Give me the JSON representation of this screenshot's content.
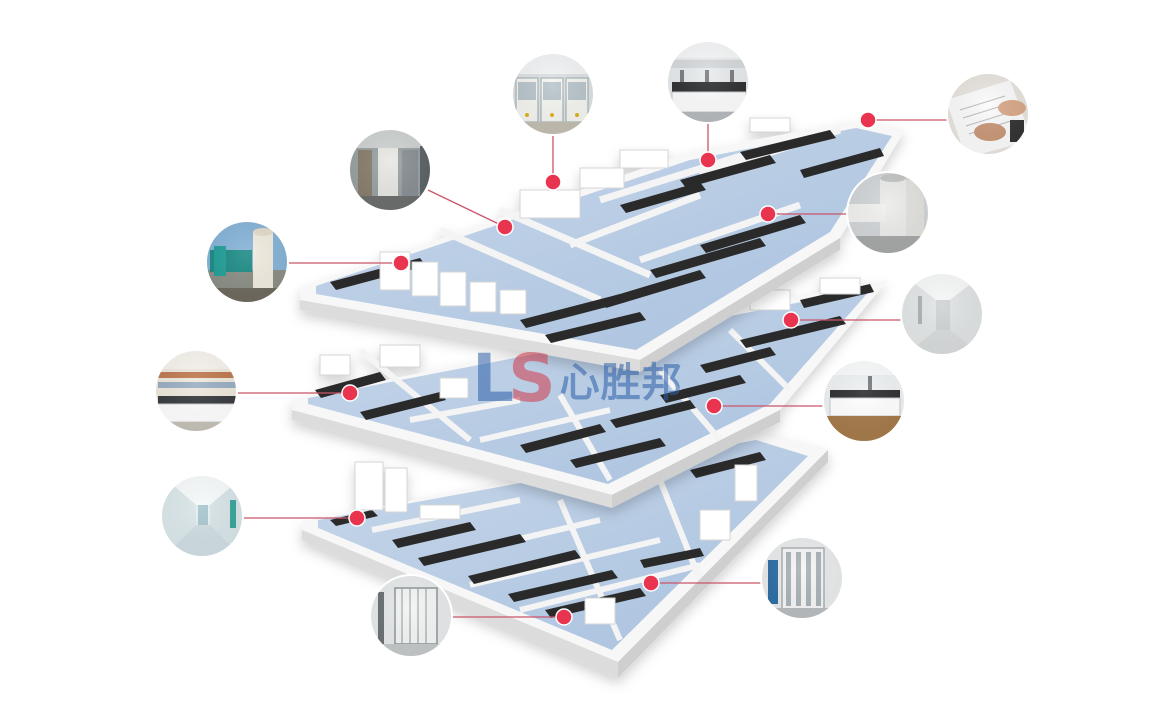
{
  "watermark": {
    "logo": "LS",
    "text": "心胜邦"
  },
  "callouts": [
    {
      "id": "scrubber-tower",
      "icon": "exhaust-scrubber-photo"
    },
    {
      "id": "chemical-storage",
      "icon": "storage-shelves-photo"
    },
    {
      "id": "fume-hood-row",
      "icon": "fume-hood-photo"
    },
    {
      "id": "central-lab-bench",
      "icon": "lab-bench-photo"
    },
    {
      "id": "documents",
      "icon": "paperwork-photo"
    },
    {
      "id": "exhaust-duct",
      "icon": "ventilation-duct-photo"
    },
    {
      "id": "clean-corridor",
      "icon": "clean-corridor-photo"
    },
    {
      "id": "reagent-room",
      "icon": "reagent-cabinet-photo"
    },
    {
      "id": "wall-bench-lab",
      "icon": "wall-bench-photo"
    },
    {
      "id": "cleanroom",
      "icon": "cleanroom-photo"
    },
    {
      "id": "gas-cylinder-rack",
      "icon": "gas-cylinder-photo"
    },
    {
      "id": "water-purification",
      "icon": "water-system-photo"
    }
  ],
  "colors": {
    "accent": "#e8344e",
    "floor": "#b9cde4",
    "wall": "#f2f2f2",
    "bench": "#2b2b2b"
  }
}
